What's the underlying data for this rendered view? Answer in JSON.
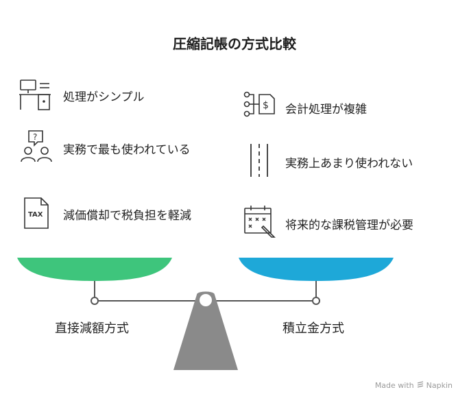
{
  "title": "圧縮記帳の方式比較",
  "left": {
    "items": [
      {
        "text": "処理がシンプル",
        "icon": "desk-computer-icon"
      },
      {
        "text": "実務で最も使われている",
        "icon": "people-question-icon"
      },
      {
        "text": "減価償却で税負担を軽減",
        "icon": "tax-document-icon"
      }
    ],
    "label": "直接減額方式",
    "color": "#3ec57c"
  },
  "right": {
    "items": [
      {
        "text": "会計処理が複雑",
        "icon": "dollar-flow-icon"
      },
      {
        "text": "実務上あまり使われない",
        "icon": "dashed-lines-icon"
      },
      {
        "text": "将来的な課税管理が必要",
        "icon": "calendar-pen-icon"
      }
    ],
    "label": "積立金方式",
    "color": "#1ea8d8"
  },
  "colors": {
    "fulcrum": "#8a8a8a",
    "beam": "#555555"
  },
  "footer": {
    "made_with": "Made with",
    "brand": "Napkin"
  }
}
